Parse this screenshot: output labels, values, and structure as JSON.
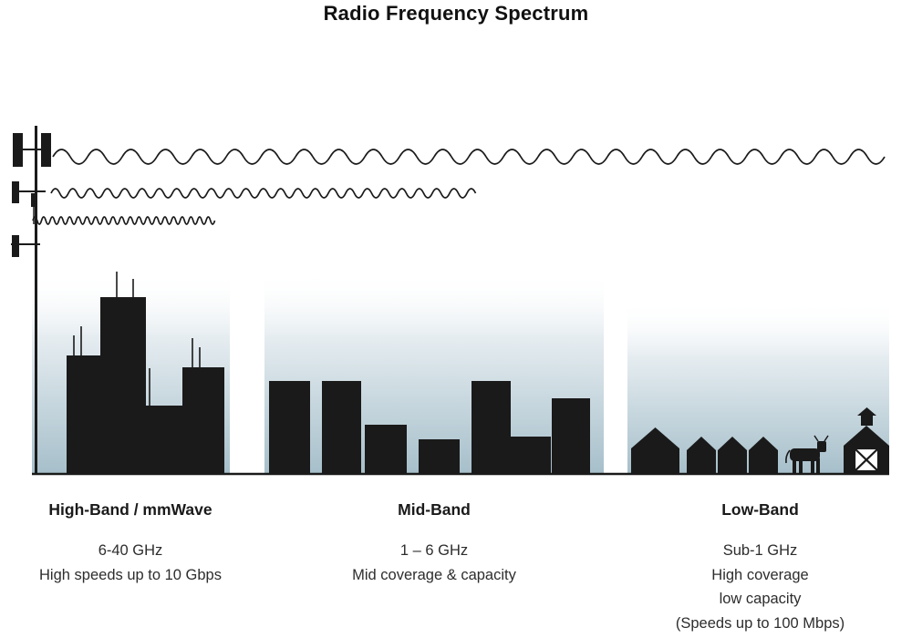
{
  "title": "Radio Frequency Spectrum",
  "colors": {
    "ink": "#1a1a1a",
    "sky_bottom": "#a6bfca",
    "text": "#2d2d2d"
  },
  "tower": {
    "name": "cell-tower"
  },
  "waves": [
    {
      "name": "low-band-wave"
    },
    {
      "name": "mid-band-wave"
    },
    {
      "name": "high-band-wave"
    }
  ],
  "bands": [
    {
      "label": "High-Band / mmWave",
      "lines": [
        "6-40 GHz",
        "High speeds up to 10 Gbps"
      ],
      "scene": "dense-city-skyscrapers"
    },
    {
      "label": "Mid-Band",
      "lines": [
        "1 – 6 GHz",
        "Mid coverage & capacity"
      ],
      "scene": "mid-rise-buildings"
    },
    {
      "label": "Low-Band",
      "lines": [
        "Sub-1 GHz",
        "High coverage",
        "low capacity",
        "(Speeds up to 100 Mbps)"
      ],
      "scene": "rural-houses-farm"
    }
  ]
}
